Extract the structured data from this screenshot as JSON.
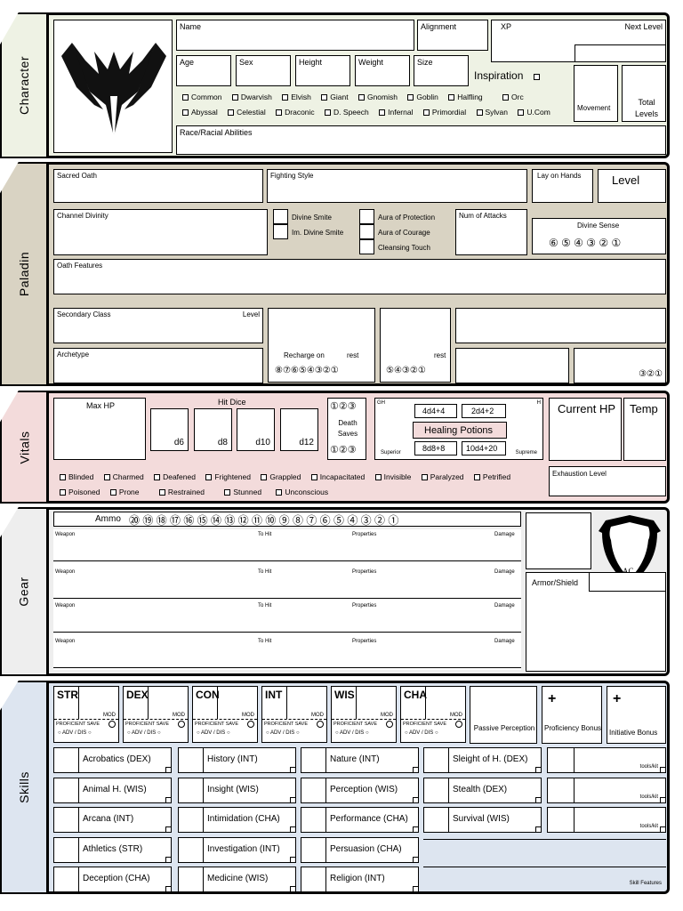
{
  "character": {
    "tab": "Character",
    "name": "Name",
    "alignment": "Alignment",
    "xp": "XP",
    "next_level": "Next Level",
    "age": "Age",
    "sex": "Sex",
    "height": "Height",
    "weight": "Weight",
    "size": "Size",
    "inspiration": "Inspiration",
    "movement": "Movement",
    "total_levels": "Total Levels",
    "race_abilities": "Race/Racial Abilities",
    "languages_row1": [
      "Common",
      "Dwarvish",
      "Elvish",
      "Giant",
      "Gnomish",
      "Goblin",
      "Halfling",
      "Orc"
    ],
    "languages_row2": [
      "Abyssal",
      "Celestial",
      "Draconic",
      "D. Speech",
      "Infernal",
      "Primordial",
      "Sylvan",
      "U.Com"
    ]
  },
  "paladin": {
    "tab": "Paladin",
    "sacred_oath": "Sacred Oath",
    "fighting_style": "Fighting Style",
    "lay_on_hands": "Lay on Hands",
    "level": "Level",
    "channel_divinity": "Channel Divinity",
    "divine_smite": "Divine Smite",
    "im_divine_smite": "Im. Divine Smite",
    "aura_protection": "Aura of Protection",
    "aura_courage": "Aura of Courage",
    "cleansing_touch": "Cleansing Touch",
    "num_attacks": "Num of Attacks",
    "divine_sense": "Divine Sense",
    "divine_sense_circles": "⑥ ⑤ ④ ③ ② ①",
    "oath_features": "Oath Features",
    "secondary_class": "Secondary Class",
    "secondary_level": "Level",
    "recharge_on": "Recharge on",
    "rest1": "rest",
    "rest2": "rest",
    "recharge_circles": "⑧⑦⑥⑤④③②①",
    "rest_circles": "⑤④③②①",
    "small_circles": "③②①",
    "archetype": "Archetype"
  },
  "vitals": {
    "tab": "Vitals",
    "max_hp": "Max HP",
    "hit_dice": "Hit Dice",
    "d6": "d6",
    "d8": "d8",
    "d10": "d10",
    "d12": "d12",
    "death_top": "①②③",
    "death_saves": "Death Saves",
    "death_bottom": "①②③",
    "gh": "GH",
    "h": "H",
    "p1": "4d4+4",
    "p2": "2d4+2",
    "healing_potions": "Healing Potions",
    "p3": "8d8+8",
    "p4": "10d4+20",
    "superior": "Superior",
    "supreme": "Supreme",
    "current_hp": "Current HP",
    "temp": "Temp",
    "exhaustion": "Exhaustion Level",
    "conditions_row1": [
      "Blinded",
      "Charmed",
      "Deafened",
      "Frightened",
      "Grappled",
      "Incapacitated",
      "Invisible",
      "Paralyzed",
      "Petrified"
    ],
    "conditions_row2": [
      "Poisoned",
      "Prone",
      "Restrained",
      "Stunned",
      "Unconscious"
    ]
  },
  "gear": {
    "tab": "Gear",
    "ammo": "Ammo",
    "ammo_circles": "⑳ ⑲ ⑱ ⑰ ⑯ ⑮ ⑭ ⑬ ⑫ ⑪ ⑩ ⑨ ⑧ ⑦ ⑥ ⑤ ④ ③ ② ①",
    "weapon": "Weapon",
    "to_hit": "To Hit",
    "properties": "Properties",
    "damage": "Damage",
    "armor_shield": "Armor/Shield",
    "ac": "AC"
  },
  "skills": {
    "tab": "Skills",
    "abilities": [
      "STR",
      "DEX",
      "CON",
      "INT",
      "WIS",
      "CHA"
    ],
    "mod": "MOD",
    "proficient_save": "PROFICIENT SAVE",
    "adv_dis": "ADV / DIS",
    "passive_perception": "Passive Perception",
    "plus": "+",
    "proficiency_bonus": "Proficiency Bonus",
    "initiative_bonus": "Initiative  Bonus",
    "tools_kit": "tools/kit",
    "skill_features": "Skill Features",
    "col1": [
      "Acrobatics (DEX)",
      "Animal H. (WIS)",
      "Arcana (INT)",
      "Athletics (STR)",
      "Deception (CHA)"
    ],
    "col2": [
      "History (INT)",
      "Insight (WIS)",
      "Intimidation (CHA)",
      "Investigation (INT)",
      "Medicine (WIS)"
    ],
    "col3": [
      "Nature (INT)",
      "Perception (WIS)",
      "Performance (CHA)",
      "Persuasion (CHA)",
      "Religion (INT)"
    ],
    "col4": [
      "Sleight of H. (DEX)",
      "Stealth (DEX)",
      "Survival (WIS)"
    ]
  }
}
